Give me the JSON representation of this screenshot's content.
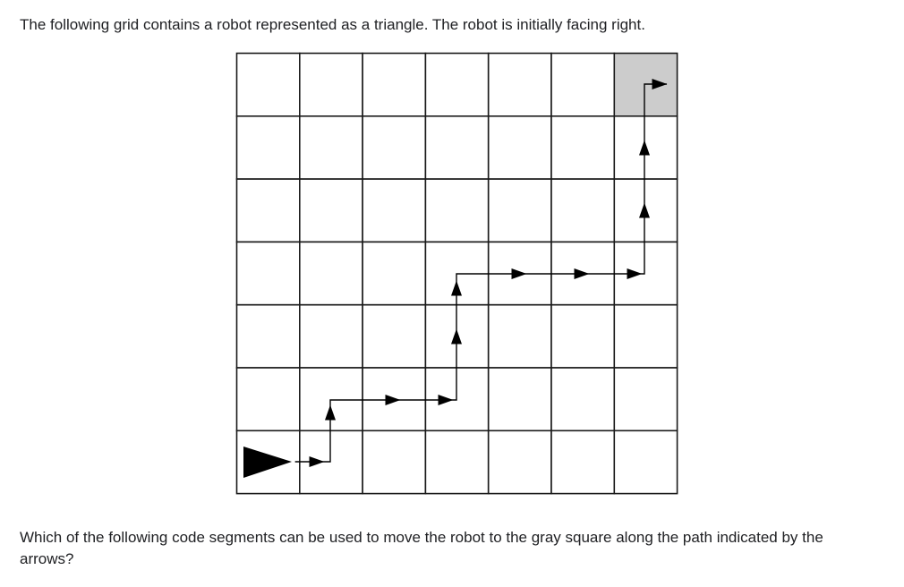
{
  "intro_text": "The following grid contains a robot represented as a triangle. The robot is initially facing right.",
  "question_text": "Which of the following code segments can be used to move the robot to the gray square along the path indicated by the arrows?",
  "grid": {
    "rows": 7,
    "cols": 7,
    "target_cell": {
      "row": 0,
      "col": 6
    },
    "target_color": "#cccccc",
    "robot": {
      "row": 6,
      "col": 0,
      "facing": "right"
    },
    "path_cells": [
      [
        6,
        0
      ],
      [
        6,
        1
      ],
      [
        5,
        1
      ],
      [
        5,
        2
      ],
      [
        5,
        3
      ],
      [
        4,
        3
      ],
      [
        3,
        3
      ],
      [
        3,
        4
      ],
      [
        3,
        5
      ],
      [
        3,
        6
      ],
      [
        2,
        6
      ],
      [
        1,
        6
      ],
      [
        0,
        6
      ]
    ]
  }
}
